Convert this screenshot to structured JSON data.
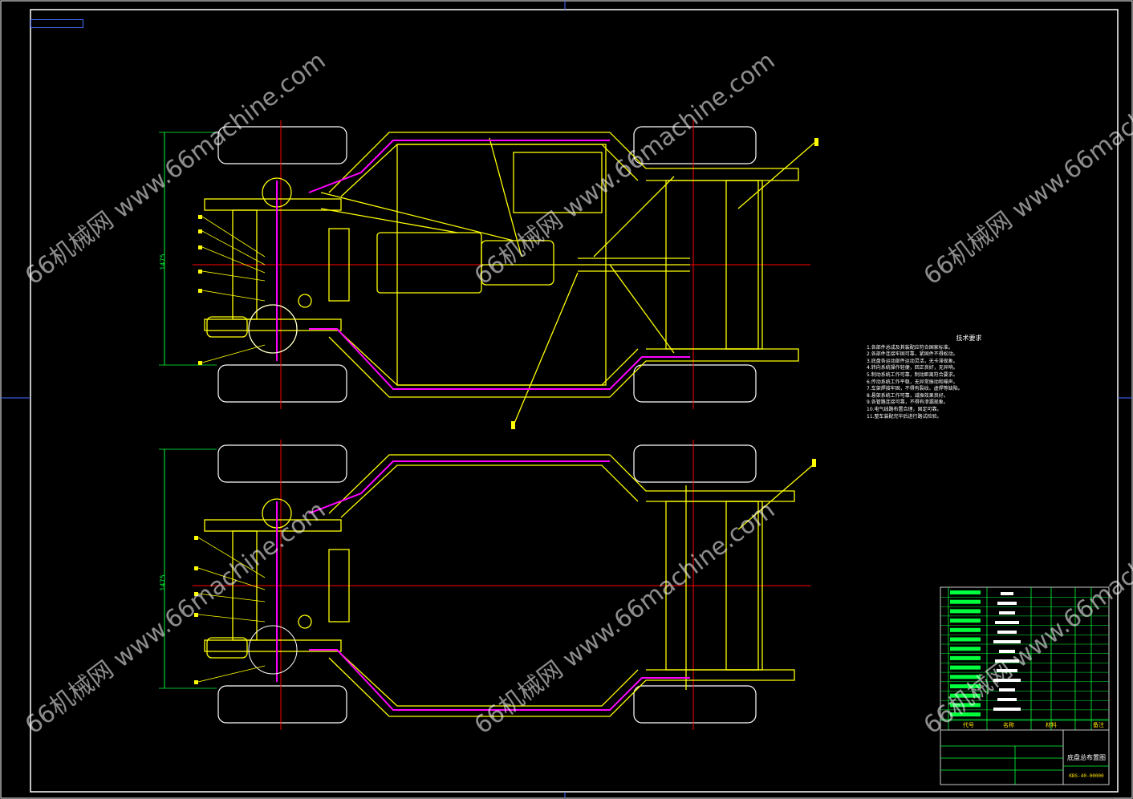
{
  "header_badge": "",
  "watermark_text": "66机械网 www.66machine.com",
  "technical_requirements": {
    "title": "技术要求",
    "items": [
      "1.各部件总成及其装配应符合国家标准。",
      "2.各部件连接牢固可靠，紧固件不得松动。",
      "3.底盘各运动部件运动灵活，无卡滞现象。",
      "4.转向系统操作轻便，回正良好，无异响。",
      "5.制动系统工作可靠，制动距离符合要求。",
      "6.传动系统工作平稳，无异常振动和噪声。",
      "7.车架焊接牢固，不得有裂纹、虚焊等缺陷。",
      "8.悬架系统工作可靠，减振效果良好。",
      "9.各管路连接可靠，不得有渗漏现象。",
      "10.电气线路布置合理，固定可靠。",
      "11.整车装配完毕后进行路试检验。"
    ]
  },
  "title_block": {
    "drawing_title": "底盘总布置图",
    "drawing_code": "KBS-40-00000",
    "columns": [
      "代号",
      "名称",
      "材料",
      "备注"
    ]
  },
  "dimensions": {
    "top_width": "1475",
    "bottom_width": "1475"
  },
  "colors": {
    "frame": "#ffff00",
    "chassis_rail": "#ff00ff",
    "centerline": "#ff0000",
    "dimension": "#00ff3c",
    "border": "#ffffff",
    "title_blocks": "#00ff3c"
  }
}
